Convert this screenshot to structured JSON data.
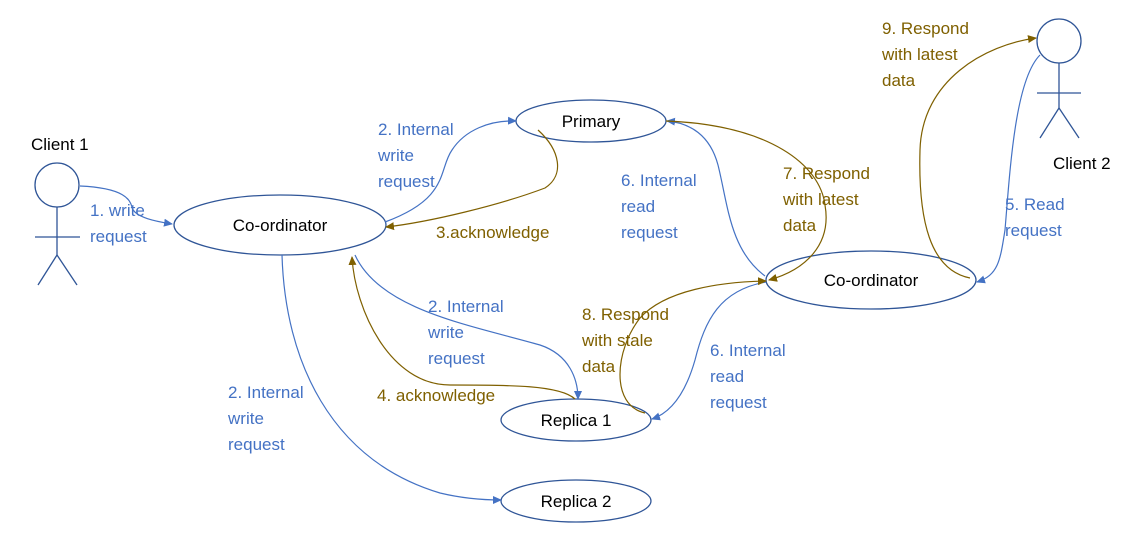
{
  "colors": {
    "request": "#4472C4",
    "response": "#7F6000",
    "outline": "#2F5597",
    "text": "#000000"
  },
  "actors": {
    "client1": "Client 1",
    "client2": "Client 2"
  },
  "nodes": {
    "coordinator_left": "Co-ordinator",
    "coordinator_right": "Co-ordinator",
    "primary": "Primary",
    "replica1": "Replica 1",
    "replica2": "Replica 2"
  },
  "labels": {
    "write_request": [
      "1. write",
      "request"
    ],
    "internal_write_primary": [
      "2. Internal",
      "write",
      "request"
    ],
    "internal_write_replica1": [
      "2. Internal",
      "write",
      "request"
    ],
    "internal_write_replica2": [
      "2. Internal",
      "write",
      "request"
    ],
    "acknowledge_primary": [
      "3.acknowledge"
    ],
    "acknowledge_replica1": [
      "4. acknowledge"
    ],
    "read_request": [
      "5. Read",
      "request"
    ],
    "internal_read_primary": [
      "6. Internal",
      "read",
      "request"
    ],
    "internal_read_replica1": [
      "6. Internal",
      "read",
      "request"
    ],
    "respond_latest_primary": [
      "7. Respond",
      "with latest",
      "data"
    ],
    "respond_stale": [
      "8. Respond",
      "with stale",
      "data"
    ],
    "respond_latest_client": [
      "9. Respond",
      "with latest",
      "data"
    ]
  }
}
